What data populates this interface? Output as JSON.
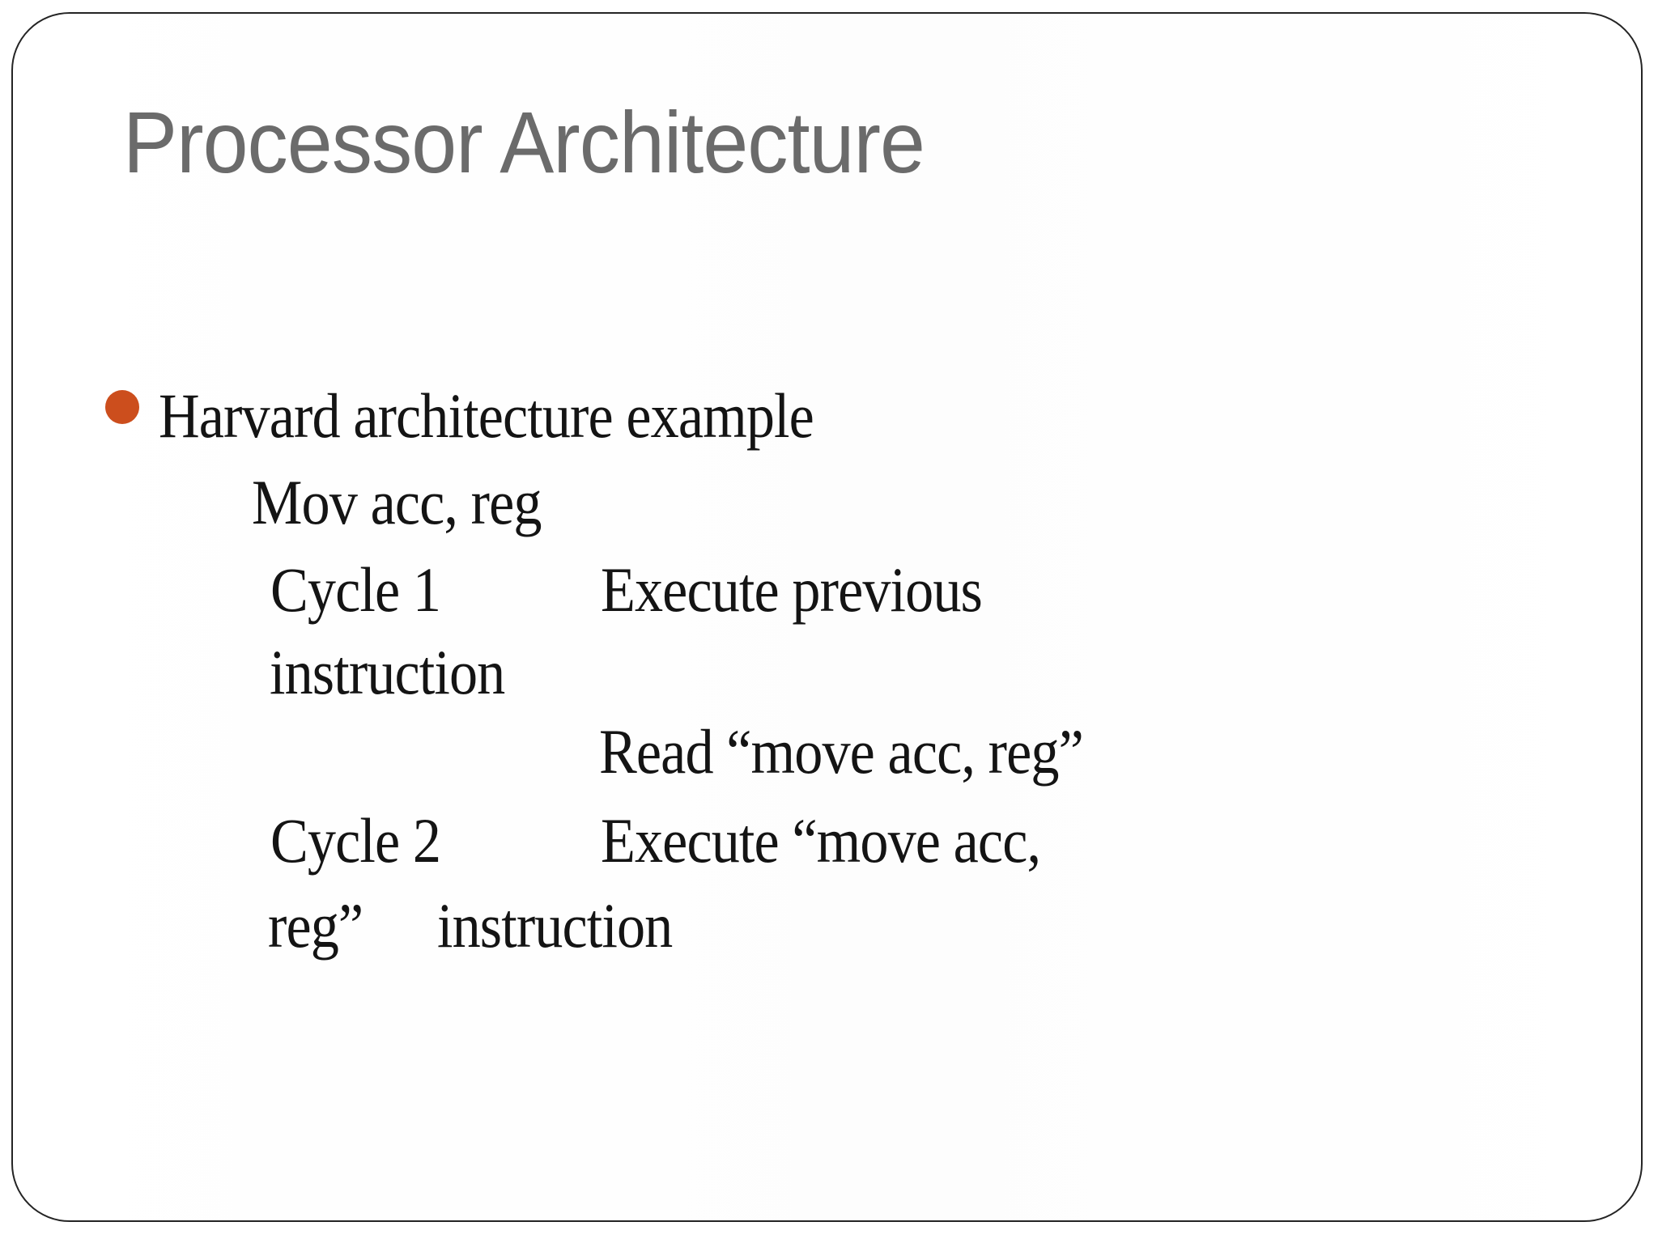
{
  "slide": {
    "title": "Processor Architecture",
    "bullet": {
      "text": "Harvard architecture example"
    },
    "body": {
      "mov_line": "Mov acc, reg",
      "cycle1": {
        "label": "Cycle 1",
        "desc": "Execute previous",
        "desc_wrap": "instruction",
        "read": "Read “move acc, reg”"
      },
      "cycle2": {
        "label": "Cycle 2",
        "desc": "Execute “move acc,",
        "wrap_reg": "reg”",
        "wrap_instruction": "instruction"
      }
    }
  },
  "colors": {
    "title_text": "#6B6B6B",
    "body_text": "#141414",
    "bullet": "#CC4E1D",
    "border": "#242424",
    "background": "#FFFFFF"
  }
}
